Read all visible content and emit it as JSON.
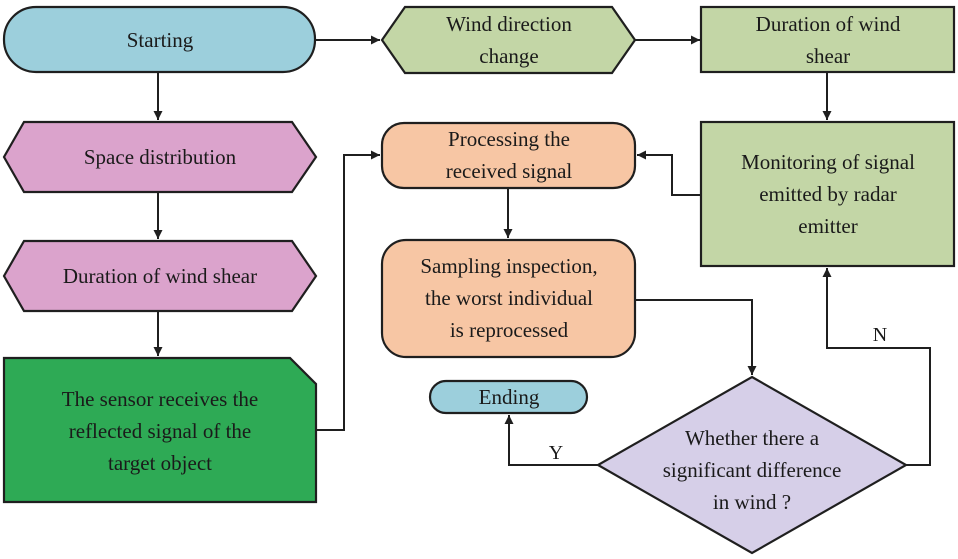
{
  "colors": {
    "blue": "#9ccfdc",
    "green_light": "#c3d6a6",
    "green_dark": "#2eaa55",
    "pink": "#dba3cc",
    "orange": "#f7c6a4",
    "lavender": "#d6cfe8",
    "stroke": "#1f1f1f"
  },
  "nodes": {
    "starting": {
      "lines": [
        "Starting"
      ]
    },
    "wind_direction": {
      "lines": [
        "Wind direction",
        "change"
      ]
    },
    "duration_top": {
      "lines": [
        "Duration of wind",
        "shear"
      ]
    },
    "space_distribution": {
      "lines": [
        "Space distribution"
      ]
    },
    "duration_left": {
      "lines": [
        "Duration of wind shear"
      ]
    },
    "sensor": {
      "lines": [
        "The sensor receives the",
        "reflected signal of the",
        "target object"
      ]
    },
    "processing": {
      "lines": [
        "Processing the",
        "received signal"
      ]
    },
    "sampling": {
      "lines": [
        "Sampling inspection,",
        "the worst individual",
        "is reprocessed"
      ]
    },
    "monitoring": {
      "lines": [
        "Monitoring of signal",
        "emitted by radar",
        "emitter"
      ]
    },
    "ending": {
      "lines": [
        "Ending"
      ]
    },
    "decision": {
      "lines": [
        "Whether there a",
        "significant difference",
        "in wind ?"
      ]
    }
  },
  "edge_labels": {
    "yes": "Y",
    "no": "N"
  }
}
